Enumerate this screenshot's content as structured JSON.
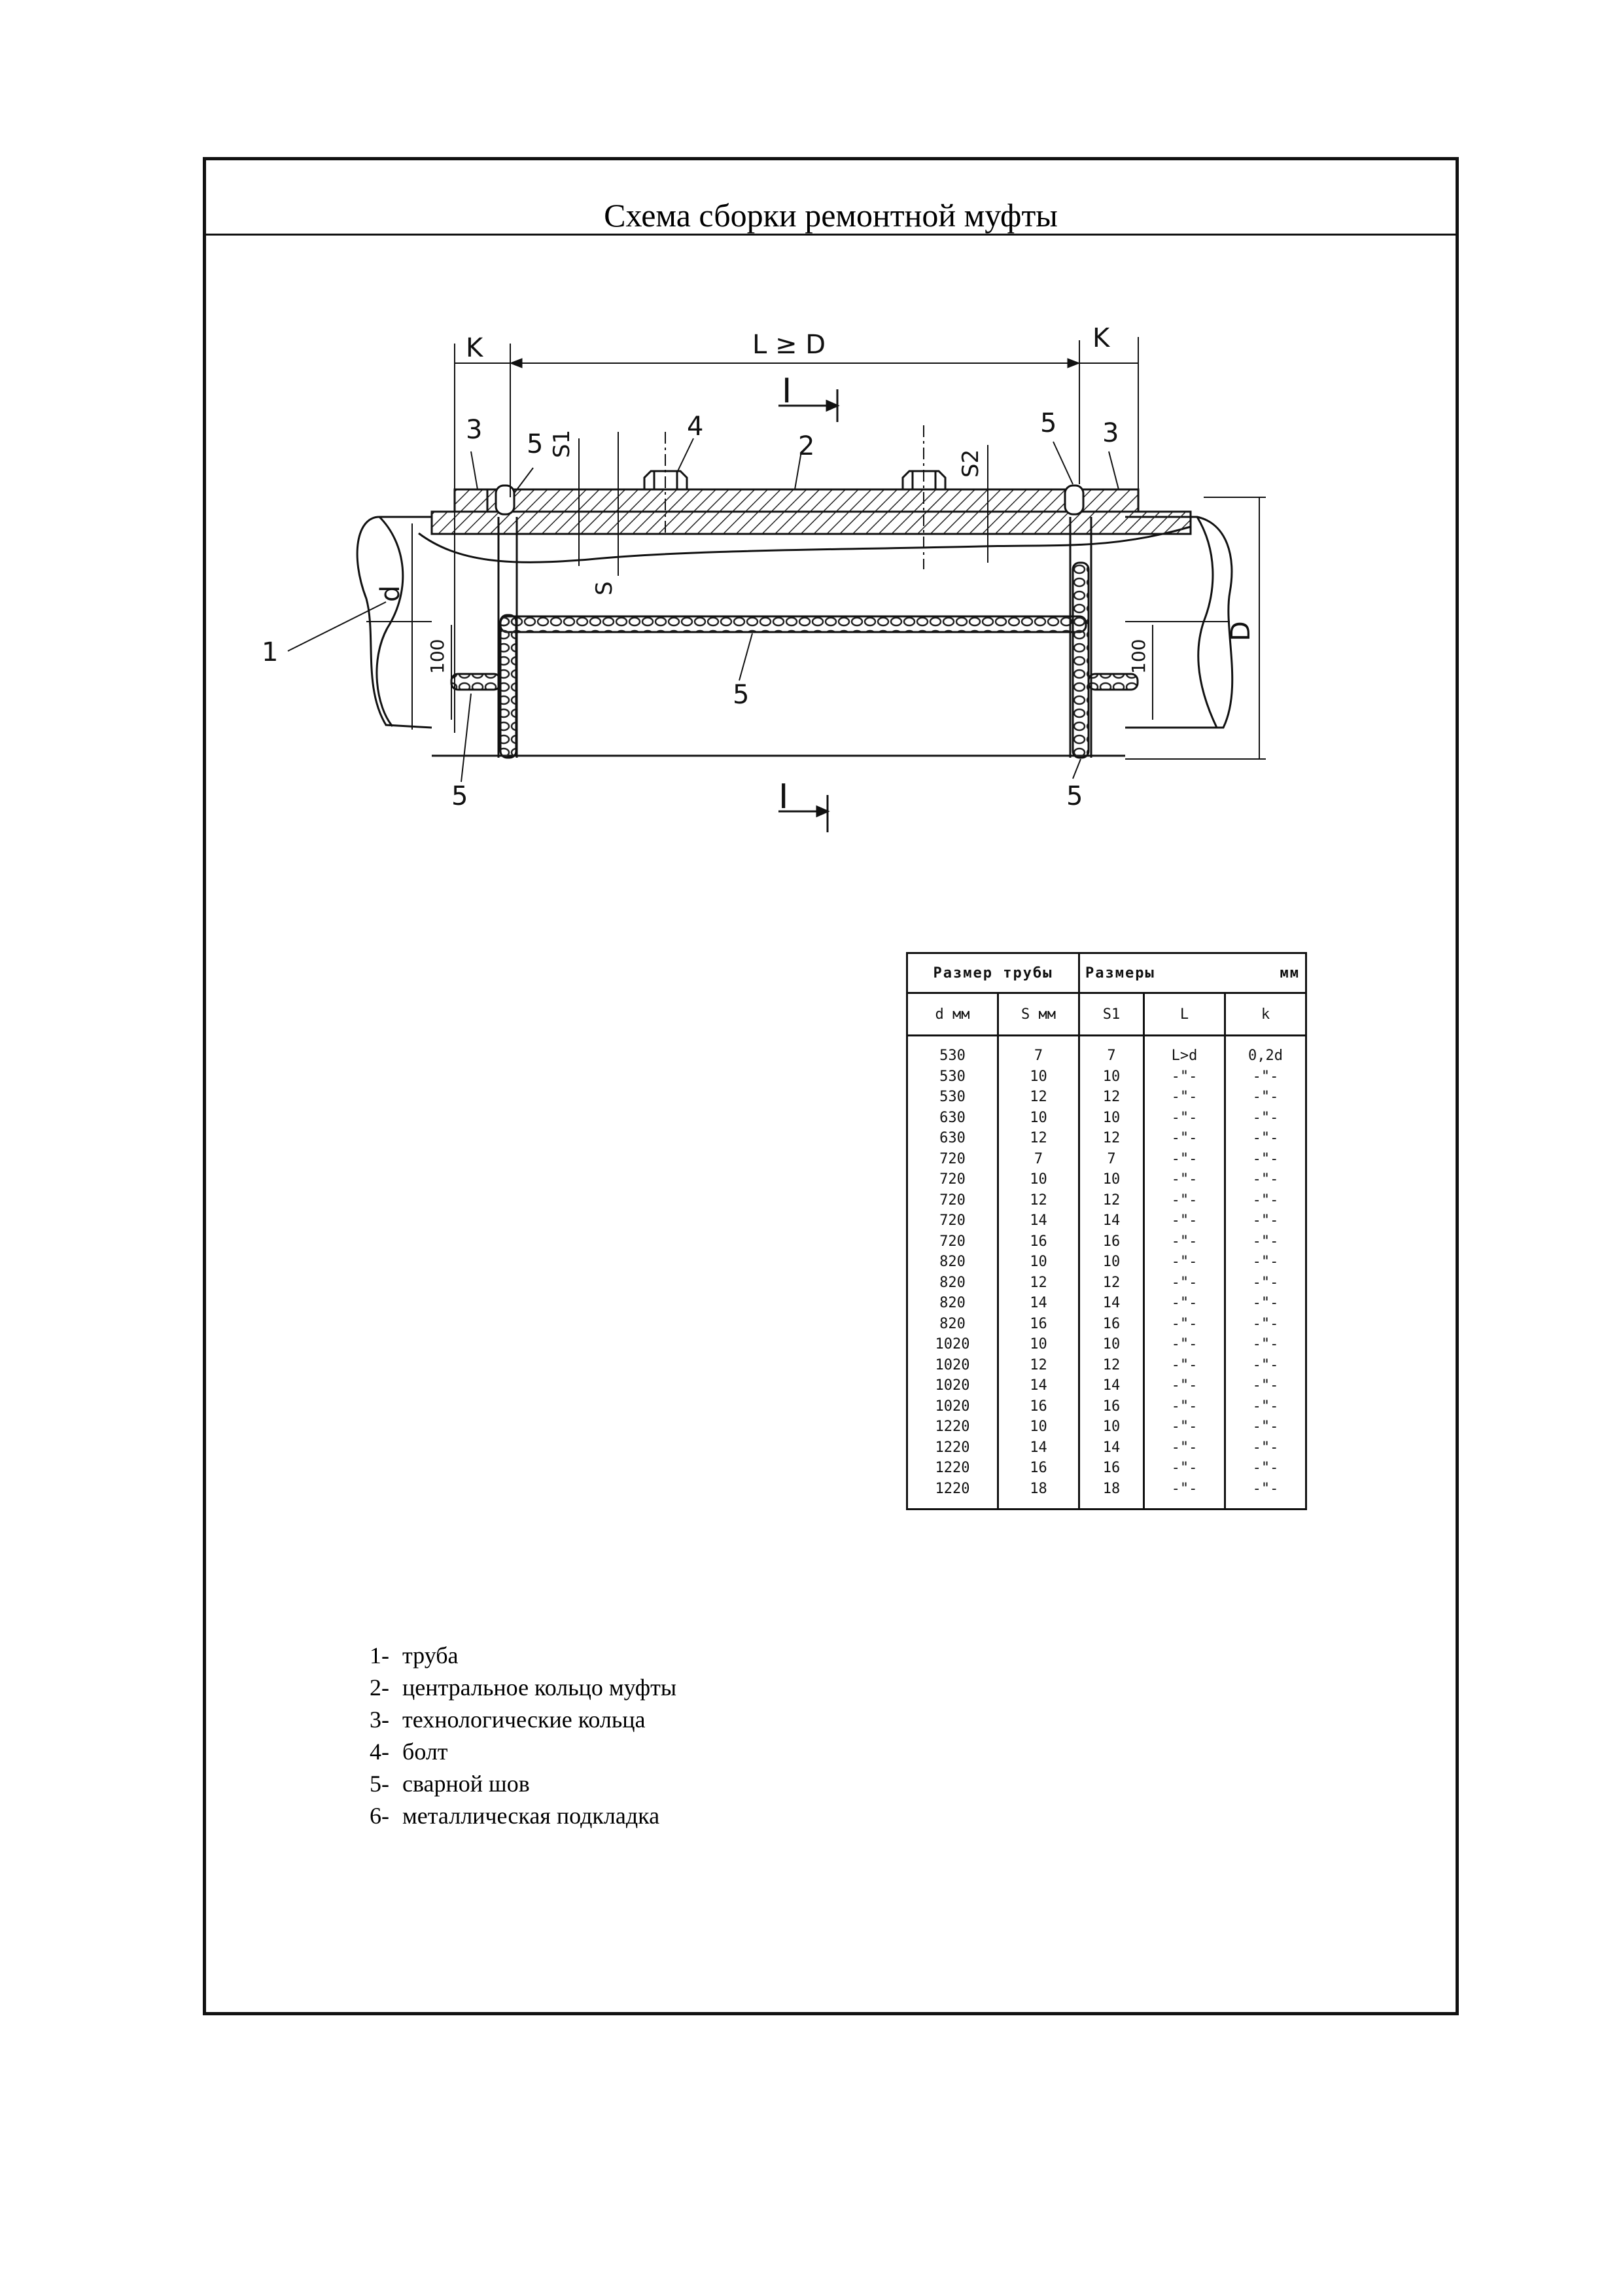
{
  "title": "Схема сборки ремонтной муфты",
  "drawing": {
    "dim_k_left": "K",
    "dim_length": "L ≥ D",
    "dim_k_right": "K",
    "section_mark": "I",
    "callout_3": "3",
    "callout_5": "5",
    "callout_4": "4",
    "callout_2": "2",
    "callout_1": "1",
    "thickness_s1": "S1",
    "thickness_s": "S",
    "thickness_s2": "S2",
    "label_d": "d",
    "label_D": "D",
    "dim_100": "100"
  },
  "table": {
    "group_pipe": "Размер трубы",
    "group_dims": "Размеры",
    "group_unit": "мм",
    "columns": [
      "d мм",
      "S мм",
      "S1",
      "L",
      "k"
    ],
    "rows": [
      [
        "530",
        "7",
        "7",
        "L>d",
        "0,2d"
      ],
      [
        "530",
        "10",
        "10",
        "-\"-",
        "-\"-"
      ],
      [
        "530",
        "12",
        "12",
        "-\"-",
        "-\"-"
      ],
      [
        "630",
        "10",
        "10",
        "-\"-",
        "-\"-"
      ],
      [
        "630",
        "12",
        "12",
        "-\"-",
        "-\"-"
      ],
      [
        "720",
        "7",
        "7",
        "-\"-",
        "-\"-"
      ],
      [
        "720",
        "10",
        "10",
        "-\"-",
        "-\"-"
      ],
      [
        "720",
        "12",
        "12",
        "-\"-",
        "-\"-"
      ],
      [
        "720",
        "14",
        "14",
        "-\"-",
        "-\"-"
      ],
      [
        "720",
        "16",
        "16",
        "-\"-",
        "-\"-"
      ],
      [
        "820",
        "10",
        "10",
        "-\"-",
        "-\"-"
      ],
      [
        "820",
        "12",
        "12",
        "-\"-",
        "-\"-"
      ],
      [
        "820",
        "14",
        "14",
        "-\"-",
        "-\"-"
      ],
      [
        "820",
        "16",
        "16",
        "-\"-",
        "-\"-"
      ],
      [
        "1020",
        "10",
        "10",
        "-\"-",
        "-\"-"
      ],
      [
        "1020",
        "12",
        "12",
        "-\"-",
        "-\"-"
      ],
      [
        "1020",
        "14",
        "14",
        "-\"-",
        "-\"-"
      ],
      [
        "1020",
        "16",
        "16",
        "-\"-",
        "-\"-"
      ],
      [
        "1220",
        "10",
        "10",
        "-\"-",
        "-\"-"
      ],
      [
        "1220",
        "14",
        "14",
        "-\"-",
        "-\"-"
      ],
      [
        "1220",
        "16",
        "16",
        "-\"-",
        "-\"-"
      ],
      [
        "1220",
        "18",
        "18",
        "-\"-",
        "-\"-"
      ]
    ]
  },
  "legend": [
    {
      "num": "1-",
      "text": "труба"
    },
    {
      "num": "2-",
      "text": "центральное кольцо муфты"
    },
    {
      "num": "3-",
      "text": "технологические кольца"
    },
    {
      "num": "4-",
      "text": "болт"
    },
    {
      "num": "5-",
      "text": "сварной шов"
    },
    {
      "num": "6-",
      "text": "металлическая подкладка"
    }
  ]
}
